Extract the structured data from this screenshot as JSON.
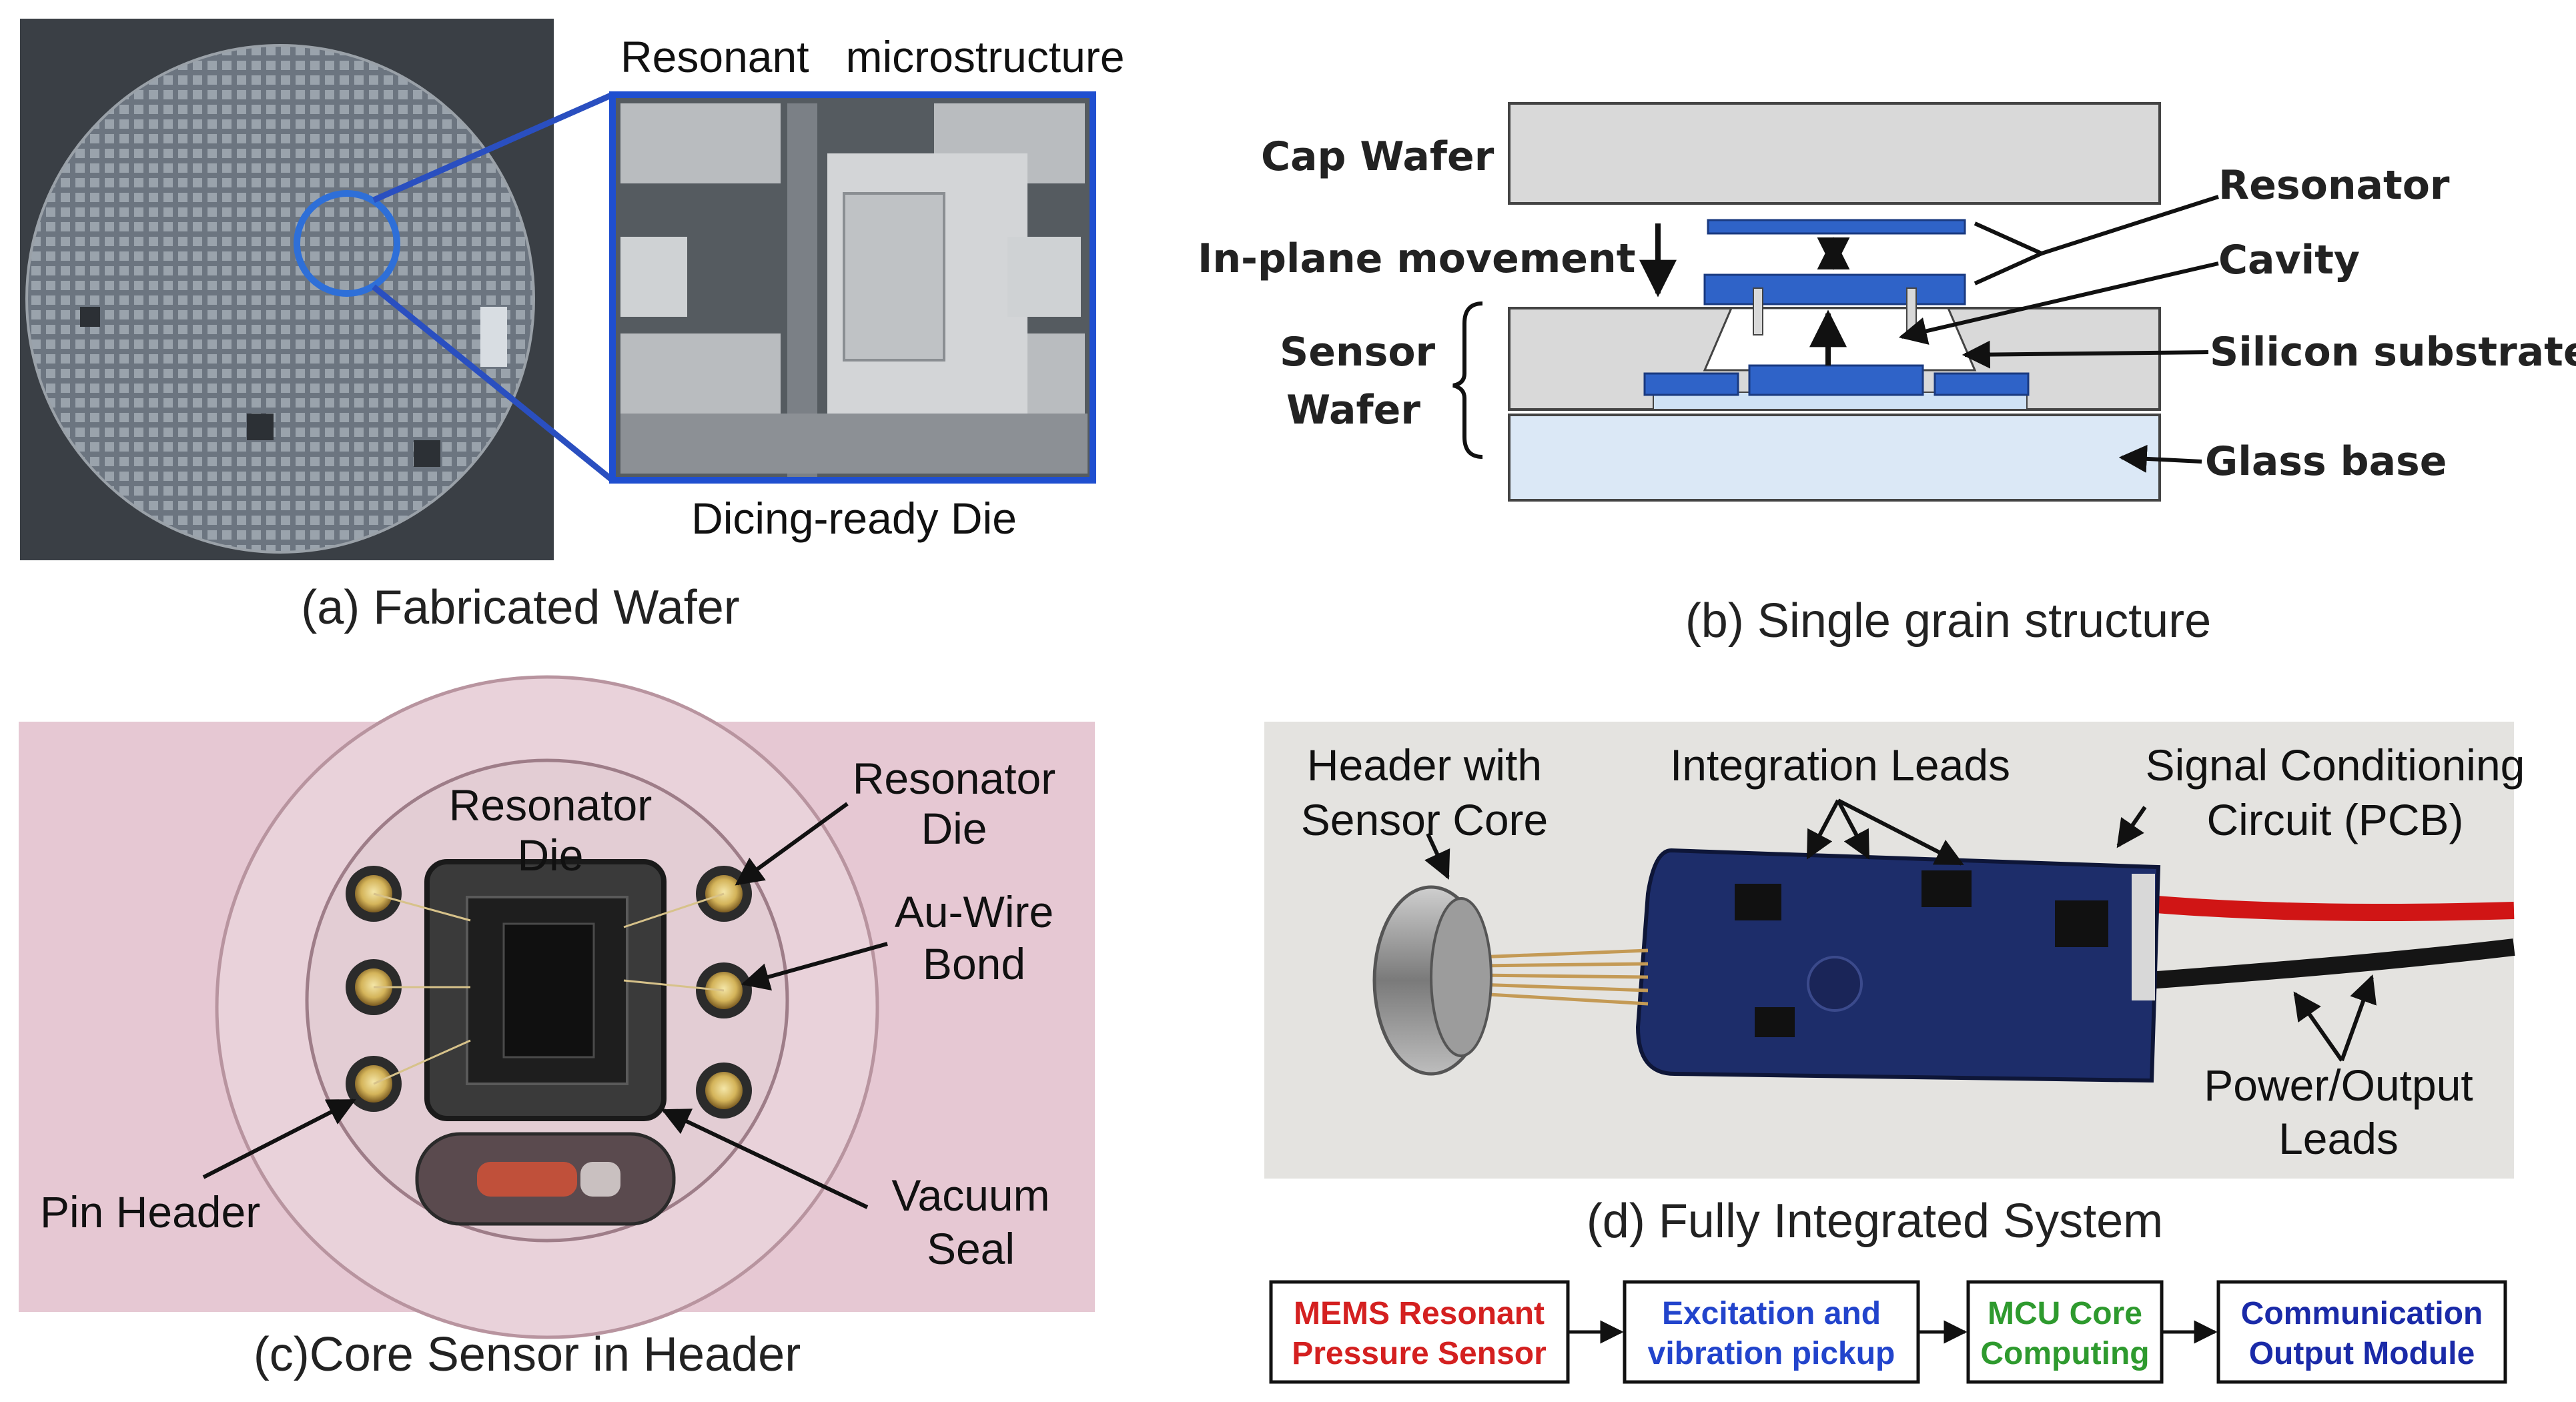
{
  "panel_a": {
    "caption": "(a) Fabricated Wafer",
    "inset_title": "Resonant   microstructure",
    "inset_caption": "Dicing-ready Die"
  },
  "panel_b": {
    "caption": "(b) Single grain structure",
    "labels": {
      "cap_wafer": "Cap Wafer",
      "in_plane": "In-plane movement",
      "sensor": "Sensor",
      "wafer": "Wafer",
      "resonator": "Resonator",
      "cavity": "Cavity",
      "silicon_substrate": "Silicon substrate",
      "glass_base": "Glass base"
    }
  },
  "panel_c": {
    "caption": "(c)Core Sensor in Header",
    "labels": {
      "resonator_die_1": "Resonator",
      "resonator_die_2": "Die",
      "resonator_die_r1": "Resonator",
      "resonator_die_r2": "Die",
      "au_wire_1": "Au-Wire",
      "au_wire_2": "Bond",
      "pin_header": "Pin Header",
      "vacuum_1": "Vacuum",
      "vacuum_2": "Seal"
    }
  },
  "panel_d": {
    "caption": "(d) Fully Integrated System",
    "labels": {
      "header_1": "Header with",
      "header_2": "Sensor Core",
      "integration_leads": "Integration Leads",
      "signal_1": "Signal Conditioning",
      "signal_2": "Circuit (PCB)",
      "power_1": "Power/Output",
      "power_2": "Leads"
    }
  },
  "flow": {
    "boxes": [
      {
        "line1": "MEMS Resonant",
        "line2": "Pressure Sensor",
        "color": "#d42020"
      },
      {
        "line1": "Excitation and",
        "line2": "vibration pickup",
        "color": "#2244cc"
      },
      {
        "line1": "MCU Core",
        "line2": "Computing",
        "color": "#2e9a2e"
      },
      {
        "line1": "Communication",
        "line2": "Output Module",
        "color": "#1a2aa8"
      }
    ]
  }
}
